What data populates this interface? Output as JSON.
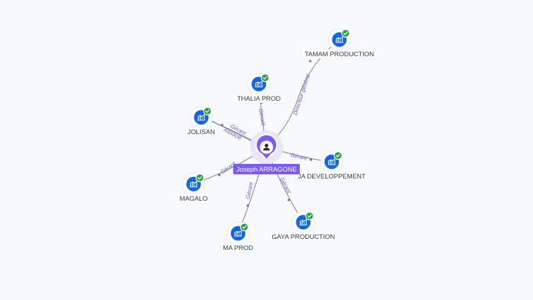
{
  "center": {
    "name": "Joseph ARRAGONE",
    "icon": "person-icon",
    "accent": "#7c5cf0"
  },
  "companies": [
    {
      "id": "tamam",
      "name": "TAMAM PRODUCTION",
      "role": "Directeur général",
      "verified": true
    },
    {
      "id": "thalia",
      "name": "THALIA PROD",
      "role": "Gérant",
      "verified": true
    },
    {
      "id": "jolisan",
      "name": "JOLISAN",
      "role": "Gérant",
      "role2": "Associé",
      "verified": true
    },
    {
      "id": "ja-dev",
      "name": "JA DEVELOPPEMENT",
      "role": "Gérant",
      "verified": true
    },
    {
      "id": "magalo",
      "name": "MAGALO",
      "role": "Gérant",
      "verified": true
    },
    {
      "id": "gaya",
      "name": "GAYA PRODUCTION",
      "role": "Gérant",
      "verified": true
    },
    {
      "id": "ma-prod",
      "name": "MA PROD",
      "role": "Gérant",
      "verified": true
    }
  ],
  "colors": {
    "company_node": "#1565e0",
    "verified_badge": "#27a243",
    "edge": "#7a7f8c",
    "edge_label": "#6a5acd"
  },
  "icons": {
    "company": "building-icon",
    "verified": "check-badge-icon"
  }
}
